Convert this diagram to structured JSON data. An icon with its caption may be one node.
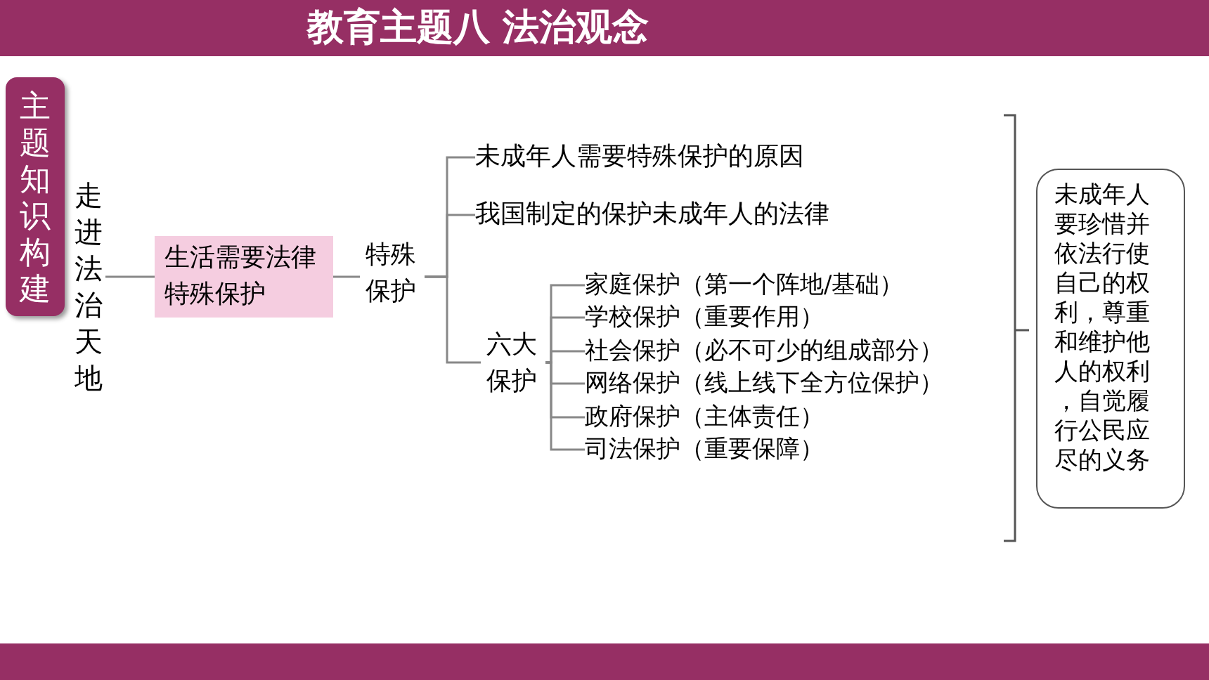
{
  "diagram": {
    "title": "教育主题八 法治观念",
    "nodes": [
      {
        "text": [
          "主题知识构建"
        ]
      },
      {
        "text": [
          "走进法治天地"
        ]
      },
      {
        "text": [
          "生活需要法律特殊保护"
        ]
      },
      {
        "text": [
          "特殊保护"
        ]
      },
      {
        "text": [
          "未成年人需要特殊保护的原因"
        ]
      },
      {
        "text": [
          "我国制定的保护未成年人的法律"
        ]
      },
      {
        "text": [
          "六大保护"
        ]
      },
      {
        "text": [
          "家庭保护（第一个阵地/基础）"
        ]
      },
      {
        "text": [
          "学校保护（重要作用）"
        ]
      },
      {
        "text": [
          "社会保护（必不可少的组成部分）"
        ]
      },
      {
        "text": [
          "网络保护（线上线下全方位保护）"
        ]
      },
      {
        "text": [
          "政府保护（主体责任）"
        ]
      },
      {
        "text": [
          "司法保护（重要保障）"
        ]
      },
      {
        "text": [
          "未成年人要珍惜并依法行使自己的权利，尊重和维护他人的权利，自觉履行公民应尽的义务"
        ]
      }
    ],
    "edges": [
      {
        "from": 1,
        "to": 2,
        "arrow": "none"
      },
      {
        "from": 2,
        "to": 3,
        "arrow": "none"
      },
      {
        "from": 3,
        "to": 4,
        "arrow": "none"
      },
      {
        "from": 3,
        "to": 5,
        "arrow": "none"
      },
      {
        "from": 3,
        "to": 6,
        "arrow": "none"
      },
      {
        "from": 6,
        "to": 7,
        "arrow": "none"
      },
      {
        "from": 6,
        "to": 8,
        "arrow": "none"
      },
      {
        "from": 6,
        "to": 9,
        "arrow": "none"
      },
      {
        "from": 6,
        "to": 10,
        "arrow": "none"
      },
      {
        "from": 6,
        "to": 11,
        "arrow": "none"
      },
      {
        "from": 6,
        "to": 12,
        "arrow": "none"
      }
    ]
  }
}
